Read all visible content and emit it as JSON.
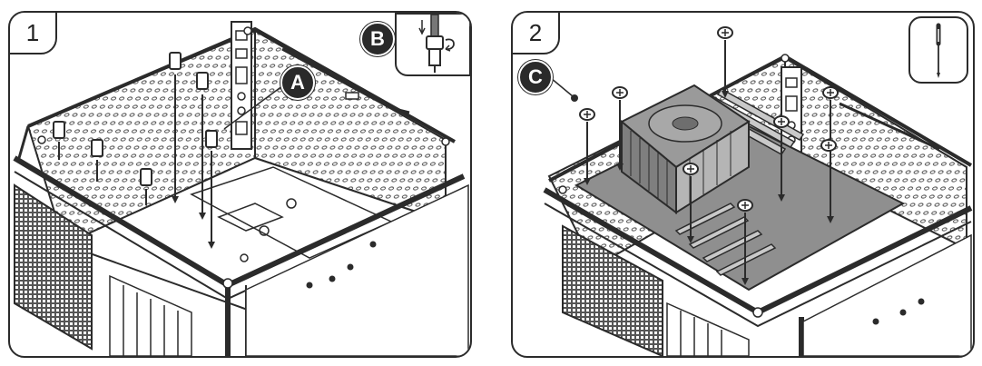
{
  "steps": [
    {
      "number": "1",
      "callouts": [
        "A",
        "B"
      ]
    },
    {
      "number": "2",
      "callouts": [
        "C"
      ]
    }
  ],
  "icons": {
    "screwdriver": "screwdriver-icon",
    "standoff": "standoff-icon",
    "screw": "screw-icon"
  },
  "colors": {
    "line": "#2b2b2b",
    "callout_fill": "#2a2a2a",
    "motherboard": "#8f8f8f",
    "cooler": "#9a9a9a"
  }
}
